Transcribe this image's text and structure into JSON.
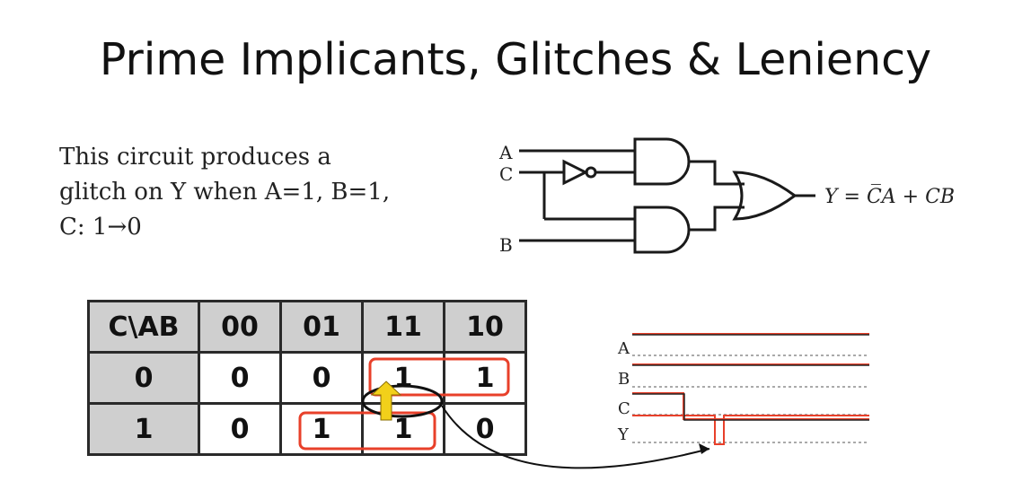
{
  "slide": {
    "title": "Prime Implicants, Glitches & Leniency",
    "description": [
      "This circuit produces a",
      "glitch on Y when A=1, B=1,",
      "C: 1→0"
    ]
  },
  "circuit": {
    "inputs": [
      "A",
      "C",
      "B"
    ],
    "equation": "Y = C̅A + CB"
  },
  "kmap": {
    "corner": "C\\AB",
    "col_headers": [
      "00",
      "01",
      "11",
      "10"
    ],
    "rows": [
      {
        "label": "0",
        "cells": [
          "0",
          "0",
          "1",
          "1"
        ]
      },
      {
        "label": "1",
        "cells": [
          "0",
          "1",
          "1",
          "0"
        ]
      }
    ]
  },
  "timing": {
    "signals": [
      "A",
      "B",
      "C",
      "Y"
    ]
  },
  "colors": {
    "highlight": "#e8402a",
    "arrow": "#f2d01a",
    "header_bg": "#cfcfcf"
  }
}
